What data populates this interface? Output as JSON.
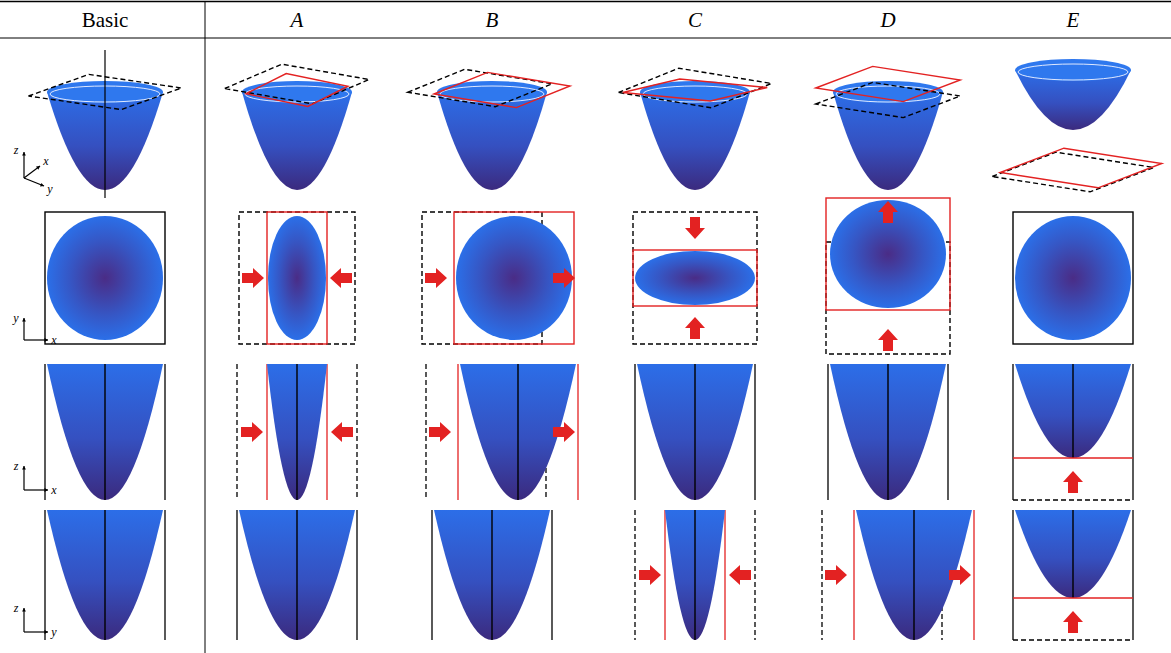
{
  "diagram": {
    "labels": [
      "Basic",
      "A",
      "B",
      "C",
      "D",
      "E",
      "z",
      "x",
      "y",
      "y",
      "x",
      "z",
      "x",
      "z",
      "y"
    ]
  }
}
